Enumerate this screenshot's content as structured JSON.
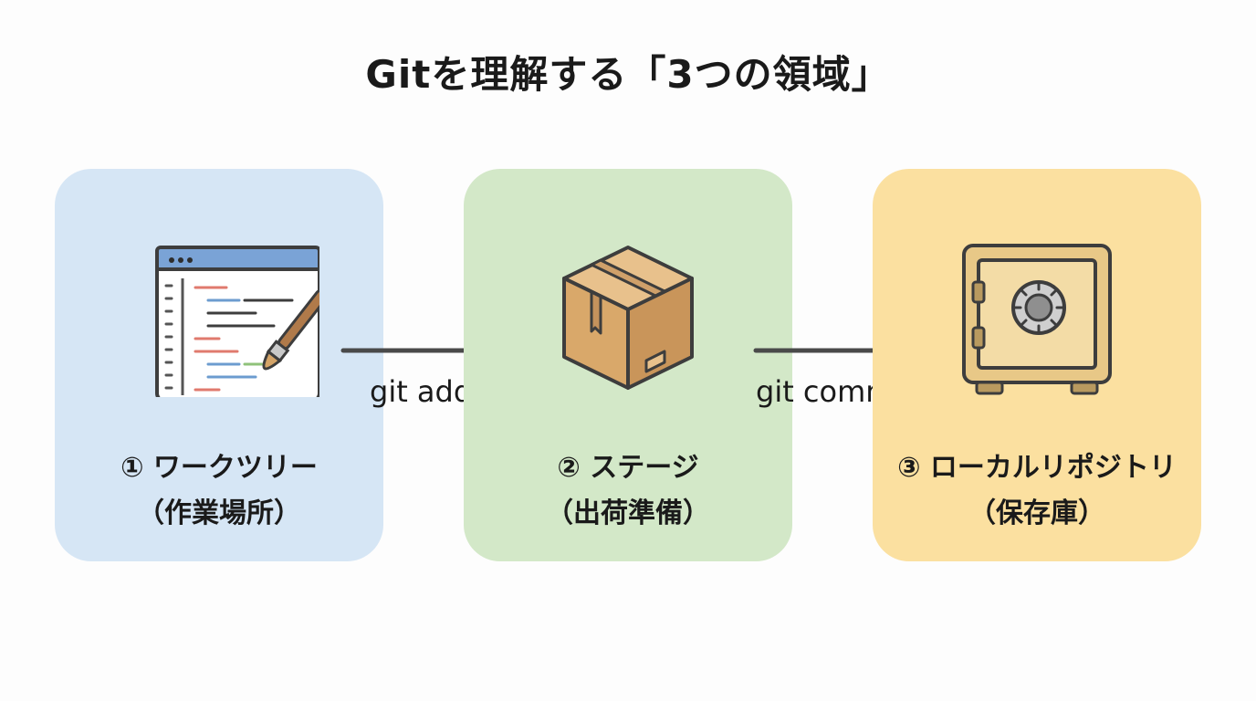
{
  "title": "Gitを理解する「3つの領域」",
  "areas": [
    {
      "label": "① ワークツリー",
      "sublabel": "（作業場所）",
      "color": "#d6e6f5",
      "icon": "code-editor-paintbrush-icon"
    },
    {
      "label": "② ステージ",
      "sublabel": "（出荷準備）",
      "color": "#d3e8c8",
      "icon": "cardboard-box-icon"
    },
    {
      "label": "③ ローカルリポジトリ",
      "sublabel": "（保存庫）",
      "color": "#fbe0a0",
      "icon": "safe-icon"
    }
  ],
  "transitions": [
    {
      "command": "git add"
    },
    {
      "command": "git commit"
    }
  ],
  "arrow_color": "#4a4a4a"
}
